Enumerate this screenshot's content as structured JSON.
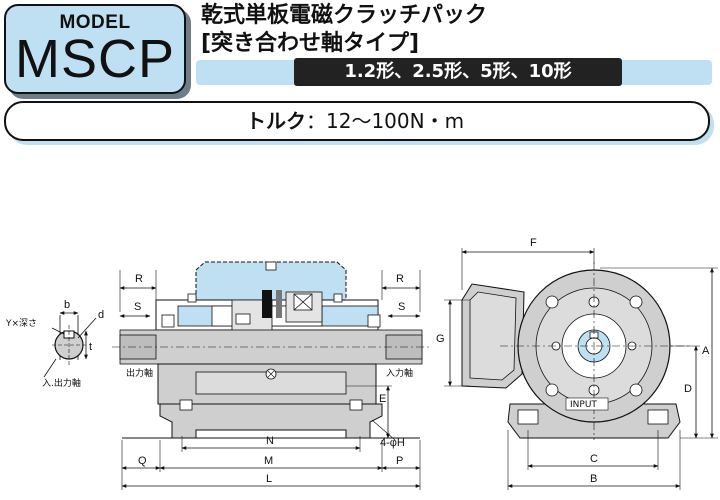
{
  "header": {
    "model_label": "MODEL",
    "model_code": "MSCP",
    "title": "乾式単板電磁クラッチパック",
    "subtitle": "[突き合わせ軸タイプ]",
    "sizes": "1.2形、2.5形、5形、10形"
  },
  "torque": {
    "label": "トルク",
    "value": "：12〜100N・m"
  },
  "drawing": {
    "dim_r_left": "R",
    "dim_s_left": "S",
    "dim_r_right": "R",
    "dim_s_right": "S",
    "dim_e": "E",
    "dim_n": "N",
    "dim_m": "M",
    "dim_l": "L",
    "dim_q": "Q",
    "dim_p": "P",
    "dim_h": "4-φH",
    "dim_f": "F",
    "dim_g": "G",
    "dim_a": "A",
    "dim_d": "D",
    "dim_c": "C",
    "dim_b": "B",
    "output_shaft": "出力軸",
    "input_shaft": "入力軸",
    "input_label": "INPUT",
    "keyway_depth": "Y×深さ",
    "key_b": "b",
    "key_d": "d",
    "key_t": "t",
    "shaft_note": "入.出力軸"
  },
  "colors": {
    "model_box": "#bfe0f2",
    "housing_blue": "#bfe0f2",
    "gray": "#cfcfcf",
    "dark": "#222222"
  }
}
